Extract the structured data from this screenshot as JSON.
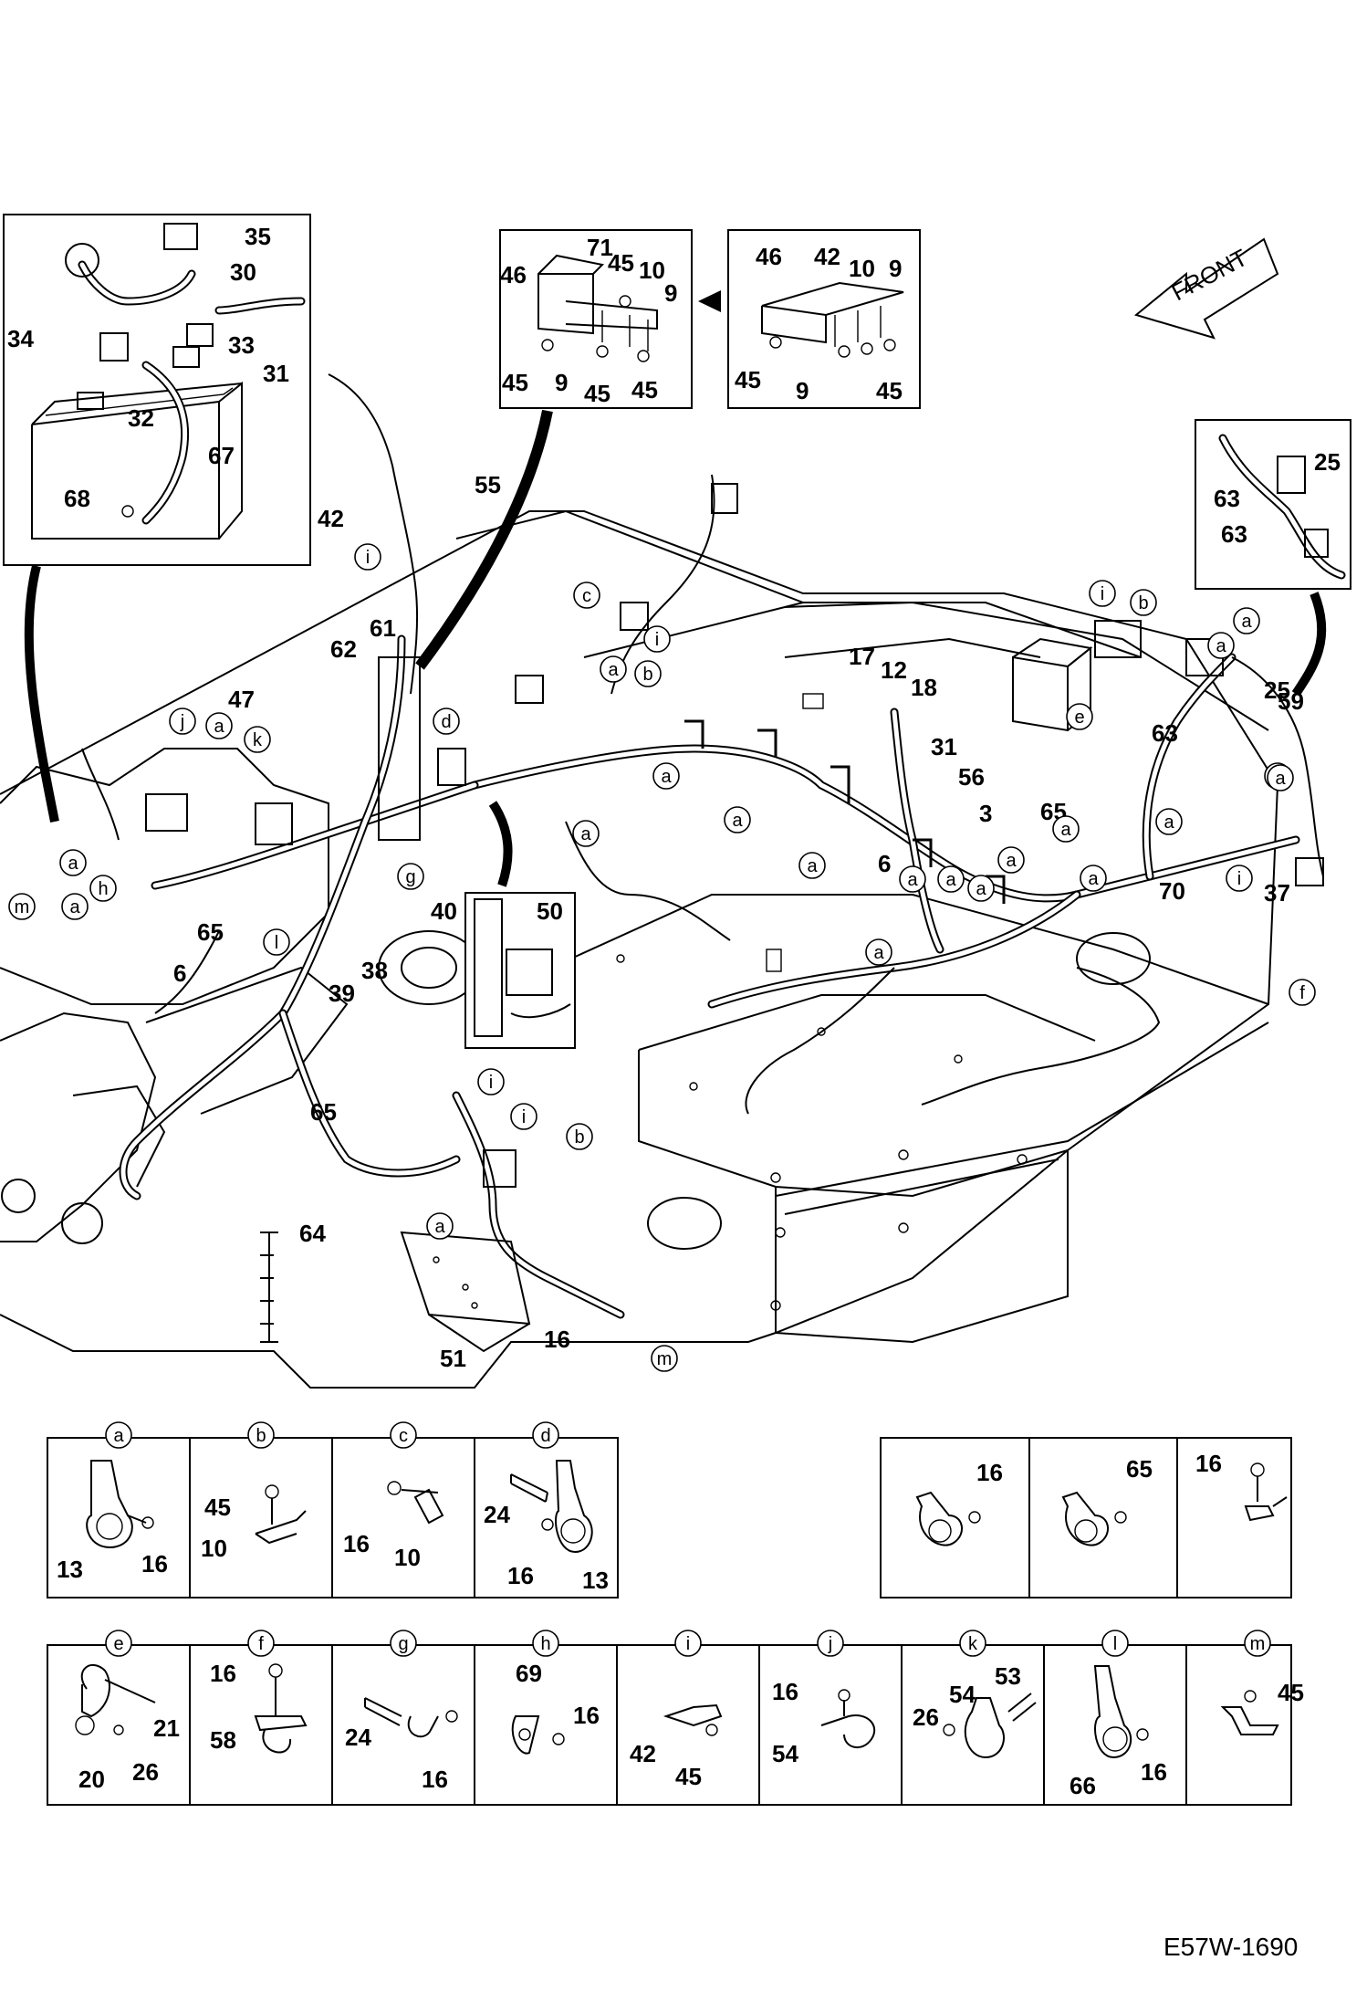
{
  "front_label": "FRONT",
  "figure_code": "E57W-1690",
  "callouts": {
    "c35": "35",
    "c30": "30",
    "c34": "34",
    "c33": "33",
    "c31a": "31",
    "c32": "32",
    "c67": "67",
    "c68": "68",
    "i1_71": "71",
    "i1_46": "46",
    "i1_45a": "45",
    "i1_10": "10",
    "i1_9a": "9",
    "i1_45b": "45",
    "i1_9b": "9",
    "i1_45c": "45",
    "i1_45d": "45",
    "i2_46": "46",
    "i2_42": "42",
    "i2_10": "10",
    "i2_9a": "9",
    "i2_45a": "45",
    "i2_9b": "9",
    "i2_45b": "45",
    "c55": "55",
    "c42": "42",
    "c62": "62",
    "c61": "61",
    "c47": "47",
    "c17": "17",
    "c12": "12",
    "c18": "18",
    "c31b": "31",
    "c56": "56",
    "c3": "3",
    "c65a": "65",
    "c6a": "6",
    "c70": "70",
    "c37": "37",
    "c59": "59",
    "c25a": "25",
    "c63a": "63",
    "c63b": "63",
    "c25b": "25",
    "c63c": "63",
    "c65b": "65",
    "c6b": "6",
    "c39": "39",
    "c38": "38",
    "c40": "40",
    "c50": "50",
    "c65c": "65",
    "c64": "64",
    "c51": "51",
    "c16": "16"
  },
  "letters": {
    "a": "a",
    "b": "b",
    "c": "c",
    "d": "d",
    "e": "e",
    "f": "f",
    "g": "g",
    "h": "h",
    "i": "i",
    "j": "j",
    "k": "k",
    "l": "l",
    "m": "m"
  },
  "details_row1": [
    {
      "letter": "a",
      "nums": [
        "13",
        "16"
      ]
    },
    {
      "letter": "b",
      "nums": [
        "45",
        "10"
      ]
    },
    {
      "letter": "c",
      "nums": [
        "16",
        "10"
      ]
    },
    {
      "letter": "d",
      "nums": [
        "24",
        "16",
        "13"
      ]
    }
  ],
  "details_right": [
    {
      "nums": [
        "16"
      ]
    },
    {
      "nums": [
        "65"
      ]
    },
    {
      "nums": [
        "16"
      ]
    }
  ],
  "details_row2": [
    {
      "letter": "e",
      "nums": [
        "21",
        "20",
        "26"
      ]
    },
    {
      "letter": "f",
      "nums": [
        "16",
        "58"
      ]
    },
    {
      "letter": "g",
      "nums": [
        "24",
        "16"
      ]
    },
    {
      "letter": "h",
      "nums": [
        "69",
        "16"
      ]
    },
    {
      "letter": "i",
      "nums": [
        "42",
        "45"
      ]
    },
    {
      "letter": "j",
      "nums": [
        "16",
        "54"
      ]
    },
    {
      "letter": "k",
      "nums": [
        "54",
        "53",
        "26"
      ]
    },
    {
      "letter": "l",
      "nums": [
        "66",
        "16"
      ]
    },
    {
      "letter": "m",
      "nums": [
        "45"
      ]
    }
  ]
}
